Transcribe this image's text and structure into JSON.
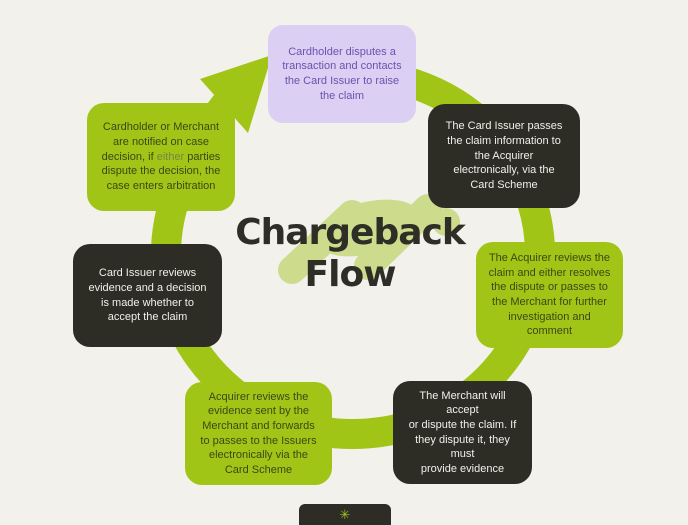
{
  "title": {
    "line1": "Chargeback",
    "line2": "Flow"
  },
  "colors": {
    "background": "#f2f1ec",
    "green": "#a1c517",
    "light_green": "#ccdc8c",
    "dark": "#2d2d26",
    "purple_bg": "#dbd0f4",
    "purple_text": "#6c50ae",
    "text_on_green": "#3c4713",
    "text_on_dark": "#f1f0ea",
    "either_muted": "#75863f",
    "title_color": "#2e2d26"
  },
  "flow": {
    "direction": "clockwise",
    "arrow_icon": "clockwise-arrow",
    "center_doodle_icon": "turtle-doodle"
  },
  "nodes": [
    {
      "id": "cardholder-dispute",
      "variant": "purple",
      "text": "Cardholder disputes a\ntransaction and contacts\nthe Card Issuer to raise\nthe claim"
    },
    {
      "id": "issuer-passes-claim",
      "variant": "dark",
      "text": "The Card Issuer passes\nthe claim information to\nthe Acquirer\nelectronically, via the\nCard Scheme"
    },
    {
      "id": "acquirer-reviews-claim",
      "variant": "green",
      "text": "The Acquirer reviews the\nclaim and either resolves\nthe dispute or passes to\nthe Merchant for further\ninvestigation and\ncomment"
    },
    {
      "id": "merchant-accept-or-dispute",
      "variant": "dark",
      "text": "The Merchant will accept\nor dispute the claim. If\nthey dispute it, they must\nprovide evidence"
    },
    {
      "id": "acquirer-forwards-evidence",
      "variant": "green",
      "text": "Acquirer reviews the\nevidence sent by the\nMerchant and forwards\nto passes to the Issuers\nelectronically via the\nCard Scheme"
    },
    {
      "id": "issuer-reviews-evidence",
      "variant": "dark",
      "text": "Card Issuer reviews\nevidence and a decision\nis made whether to\naccept the claim"
    },
    {
      "id": "parties-notified",
      "variant": "green",
      "text_before": "Cardholder or Merchant\nare notified on case\ndecision, if ",
      "text_highlight": "either",
      "text_after": " parties\ndispute the decision, the\ncase enters arbitration"
    }
  ],
  "watermark": {
    "icon": "leaf-icon",
    "glyph": "✳"
  }
}
